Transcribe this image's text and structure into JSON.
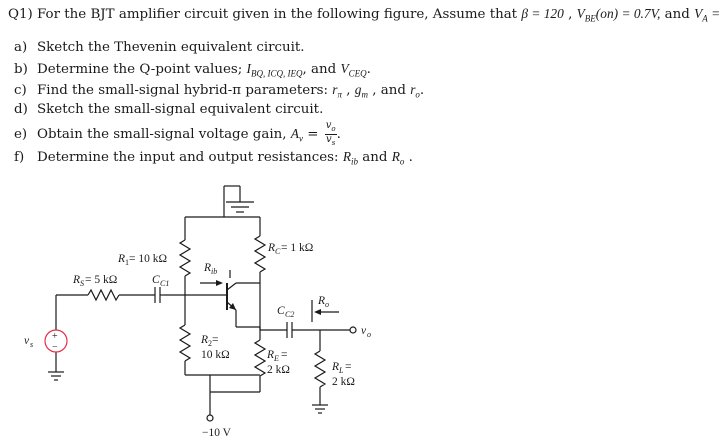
{
  "question": {
    "prefix": "Q1) For the BJT amplifier circuit given in the following figure, Assume that ",
    "beta": "β = 120",
    "vbe": "V",
    "vbe_sub": "BE",
    "vbe_val": "(on) = 0.7V,",
    "and": " and ",
    "va": "V",
    "va_sub": "A",
    "va_val": " = ∞."
  },
  "items": [
    {
      "label": "a)",
      "text": "Sketch the Thevenin equivalent circuit."
    },
    {
      "label": "b)",
      "text": "Determine the Q-point values; ",
      "math": "I",
      "math_tail": "BQ, ICQ, IEQ",
      "after": ", and ",
      "math2": "V",
      "math2_sub": "CEQ",
      "end": "."
    },
    {
      "label": "c)",
      "text": "Find the small-signal hybrid-π parameters: ",
      "math": "r",
      "math_sub": "π",
      "after": " , ",
      "math2": "g",
      "math2_sub": "m",
      "after2": " , and ",
      "math3": "r",
      "math3_sub": "o",
      "end": "."
    },
    {
      "label": "d)",
      "text": "Sketch the small-signal equivalent circuit."
    },
    {
      "label": "e)",
      "text": "Obtain the small-signal voltage gain, ",
      "math": "A",
      "math_sub": "v",
      "eq": " = ",
      "num": "v",
      "num_sub": "o",
      "den": "v",
      "den_sub": "s",
      "end": "."
    },
    {
      "label": "f)",
      "text": "Determine the input and output resistances: ",
      "math": "R",
      "math_sub": "ib",
      "after": " and ",
      "math2": "R",
      "math2_sub": "o",
      "end": " ."
    }
  ],
  "circuit": {
    "r1": "R",
    "r1_sub": "1",
    "r1_val": " = 10 kΩ",
    "rs": "R",
    "rs_sub": "S",
    "rs_val": " = 5 kΩ",
    "cc1": "C",
    "cc1_sub": "C1",
    "rib": "R",
    "rib_sub": "ib",
    "rc": "R",
    "rc_sub": "C",
    "rc_val": " = 1 kΩ",
    "cc2": "C",
    "cc2_sub": "C2",
    "ro": "R",
    "ro_sub": "o",
    "r2_a": "R",
    "r2_sub": "2",
    "r2_eq": " =",
    "r2_val": "10 kΩ",
    "re_a": "R",
    "re_sub": "E",
    "re_eq": " =",
    "re_val": "2 kΩ",
    "rl_a": "R",
    "rl_sub": "L",
    "rl_eq": " =",
    "rl_val": "2 kΩ",
    "vs": "v",
    "vs_sub": "s",
    "vo": "v",
    "vo_sub": "o",
    "vneg": "−10 V",
    "src_plus": "+",
    "src_minus": "−"
  }
}
